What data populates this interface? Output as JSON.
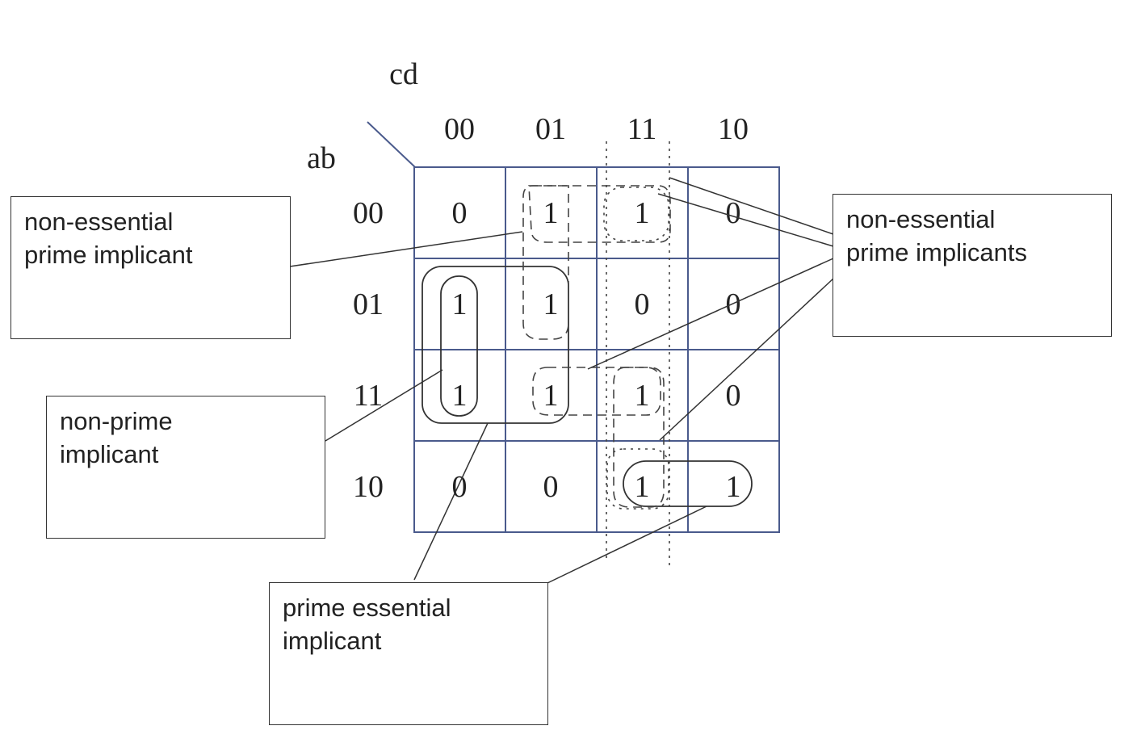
{
  "kmap": {
    "col_var": "cd",
    "row_var": "ab",
    "col_headers": [
      "00",
      "01",
      "11",
      "10"
    ],
    "row_headers": [
      "00",
      "01",
      "11",
      "10"
    ],
    "cells": [
      [
        "0",
        "1",
        "1",
        "0"
      ],
      [
        "1",
        "1",
        "0",
        "0"
      ],
      [
        "1",
        "1",
        "1",
        "0"
      ],
      [
        "0",
        "0",
        "1",
        "1"
      ]
    ]
  },
  "callouts": {
    "nonessential_left": {
      "line1": "non-essential",
      "line2": "prime implicant"
    },
    "nonessential_right": {
      "line1": "non-essential",
      "line2": "prime implicants"
    },
    "nonprime": {
      "line1": "non-prime",
      "line2": "implicant"
    },
    "prime_essential": {
      "line1": "prime essential",
      "line2": "implicant"
    }
  },
  "colors": {
    "grid": "#4a5a8c",
    "ink": "#222222",
    "line": "#333333"
  }
}
